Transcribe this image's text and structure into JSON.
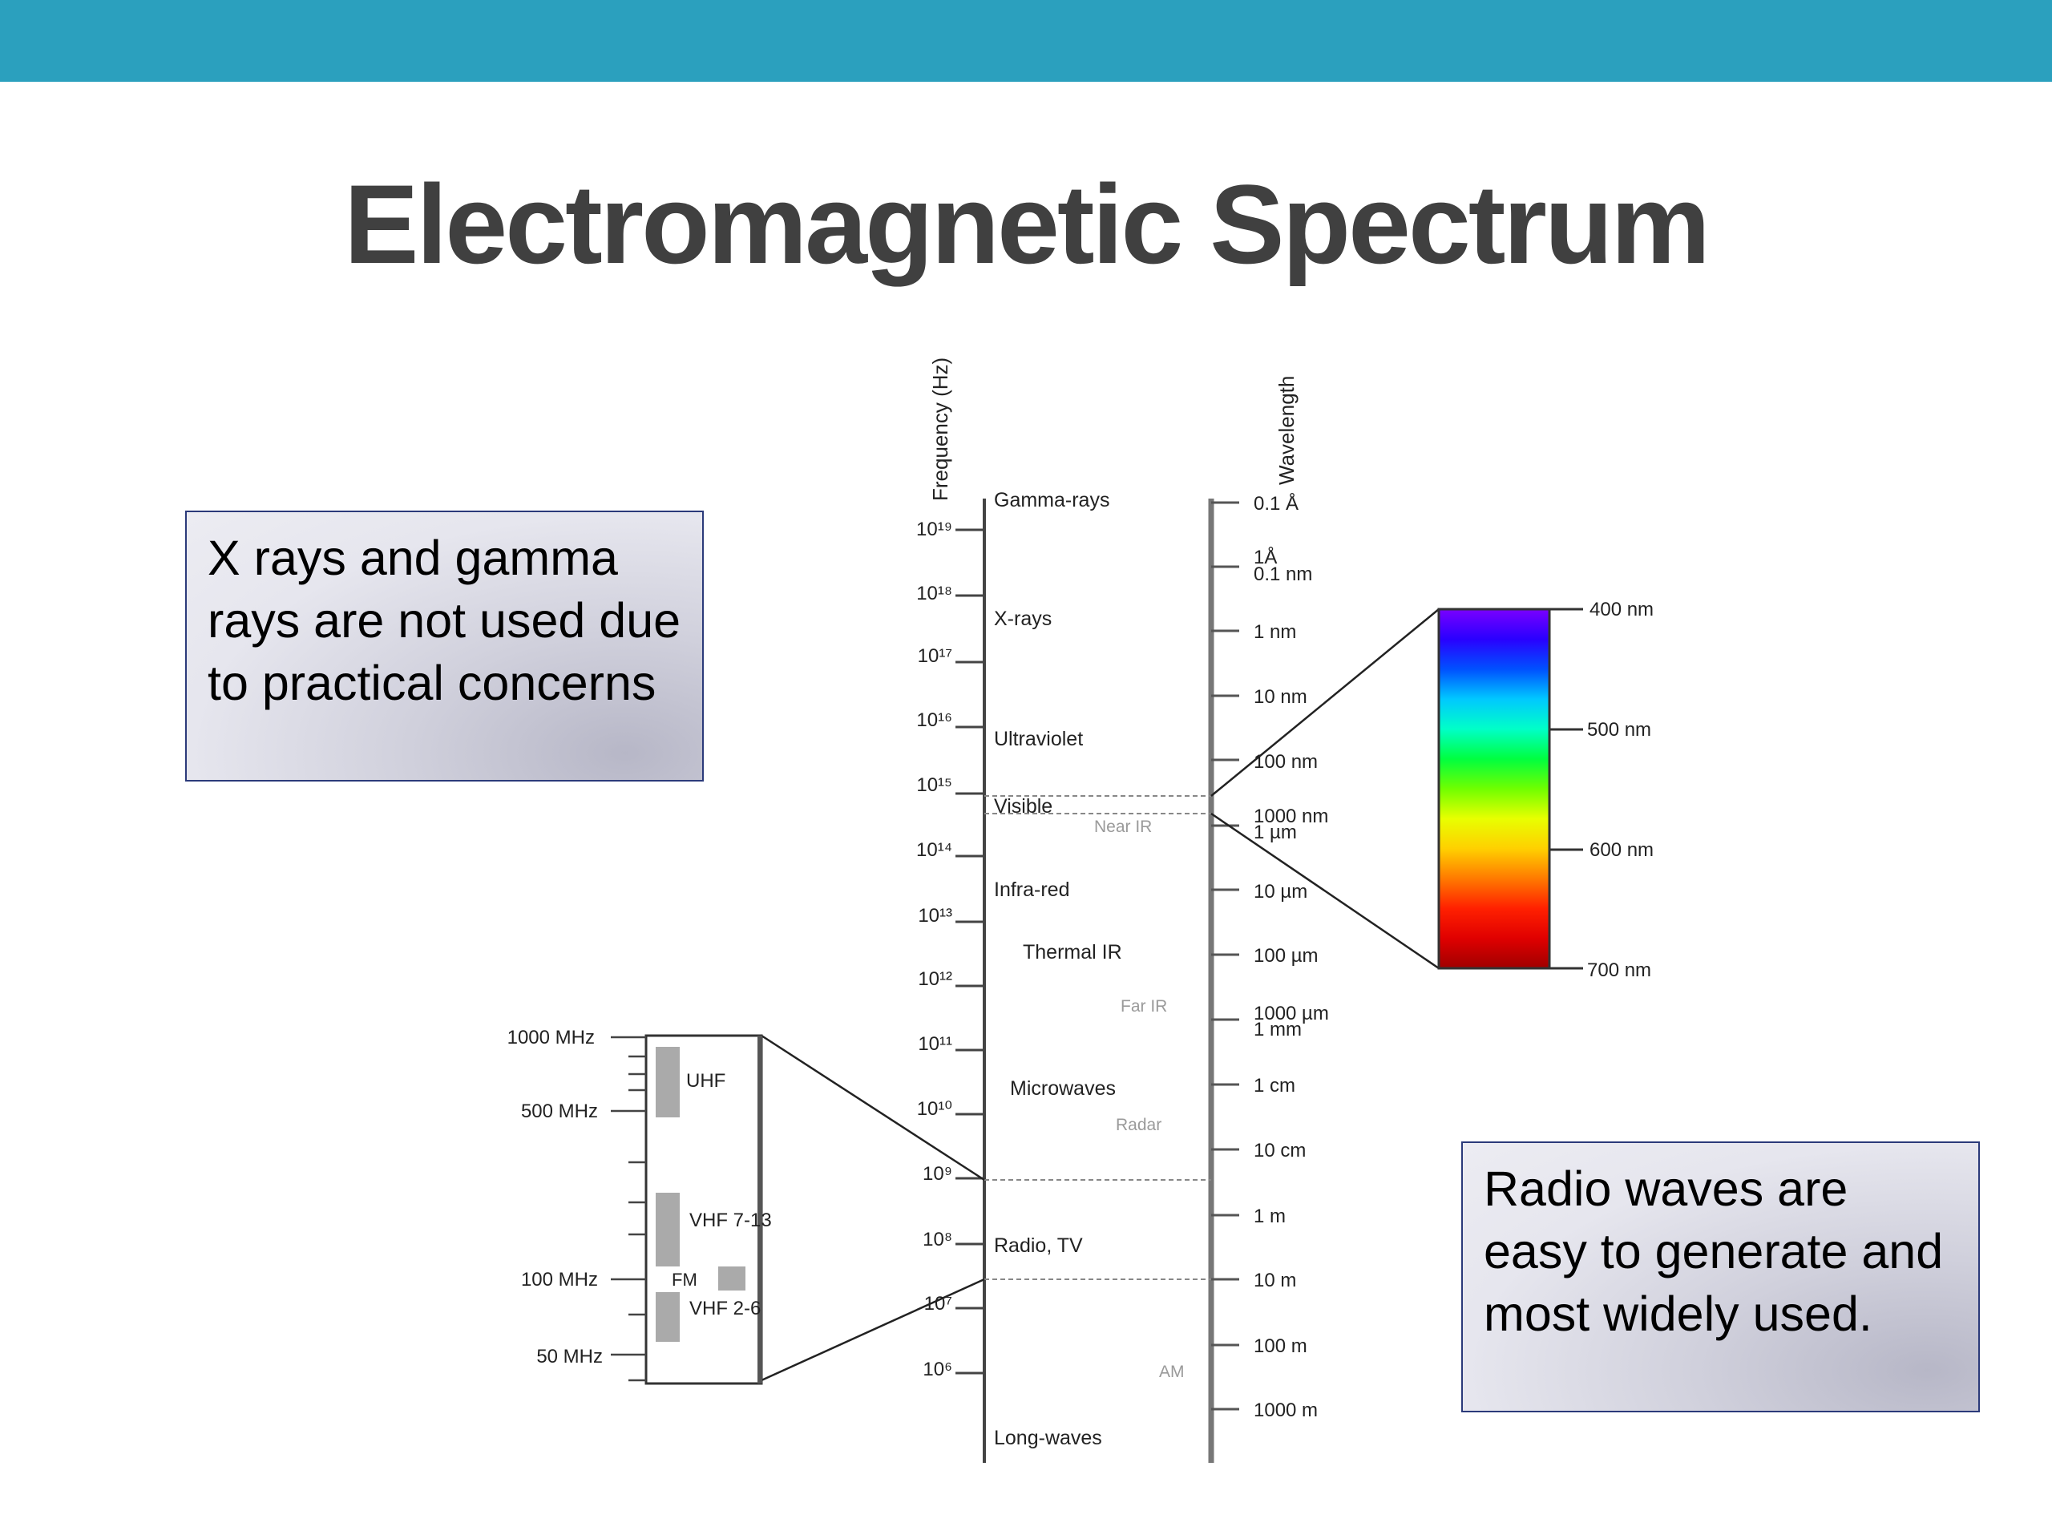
{
  "slide": {
    "title": "Electromagnetic Spectrum",
    "accent_color": "#2ba0be"
  },
  "notes": {
    "xray": "X rays and gamma rays are not used due to practical concerns",
    "radio": "Radio waves are easy to generate and most widely used."
  },
  "diagram": {
    "frequency_axis_label": "Frequency (Hz)",
    "wavelength_axis_label": "Wavelength",
    "frequency_ticks": [
      "10¹⁹",
      "10¹⁸",
      "10¹⁷",
      "10¹⁶",
      "10¹⁵",
      "10¹⁴",
      "10¹³",
      "10¹²",
      "10¹¹",
      "10¹⁰",
      "10⁹",
      "10⁸",
      "10⁷",
      "10⁶"
    ],
    "wavelength_ticks": [
      "0.1 Å",
      "1Å",
      "0.1 nm",
      "1 nm",
      "10 nm",
      "100 nm",
      "1000 nm",
      "1 µm",
      "10 µm",
      "100 µm",
      "1000 µm",
      "1 mm",
      "1 cm",
      "10 cm",
      "1 m",
      "10 m",
      "100 m",
      "1000 m"
    ],
    "bands": [
      "Gamma-rays",
      "X-rays",
      "Ultraviolet",
      "Visible",
      "Near IR",
      "Infra-red",
      "Thermal IR",
      "Far IR",
      "Microwaves",
      "Radar",
      "Radio, TV",
      "AM",
      "Long-waves"
    ],
    "visible_scale": {
      "labels": [
        "400 nm",
        "500 nm",
        "600 nm",
        "700 nm"
      ],
      "colors": [
        "#7a00ff",
        "#2a00ff",
        "#0050ff",
        "#00c8ff",
        "#00ffc8",
        "#00ff40",
        "#70ff00",
        "#e8ff00",
        "#ffd000",
        "#ff7a00",
        "#ff2000",
        "#e00000",
        "#a00000"
      ]
    },
    "radio_inset": {
      "ticks": [
        "1000 MHz",
        "500 MHz",
        "100 MHz",
        "50 MHz"
      ],
      "bands": [
        "UHF",
        "VHF 7-13",
        "FM",
        "VHF 2-6"
      ]
    }
  }
}
